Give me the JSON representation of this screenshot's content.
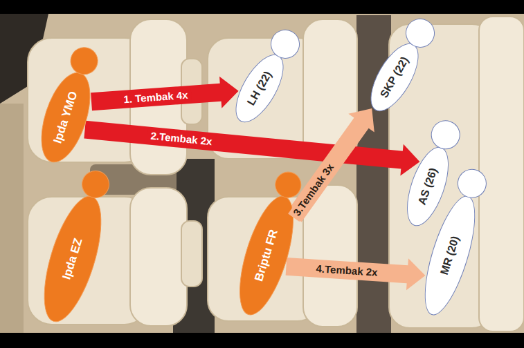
{
  "diagram": {
    "nodes": [
      {
        "text": [
          "Ipda YMO"
        ]
      },
      {
        "text": [
          "Ipda EZ"
        ]
      },
      {
        "text": [
          "Briptu FR"
        ]
      },
      {
        "text": [
          "LH (22)"
        ]
      },
      {
        "text": [
          "SKP (22)"
        ]
      },
      {
        "text": [
          "AS (26)"
        ]
      },
      {
        "text": [
          "MR (20)"
        ]
      }
    ],
    "edges": [
      {
        "from": 0,
        "to": 3,
        "label": "1. Tembak 4x",
        "arrow": "to"
      },
      {
        "from": 0,
        "to": 5,
        "label": "2.Tembak 2x",
        "arrow": "to"
      },
      {
        "from": 2,
        "to": 4,
        "label": "3.Tembak 3x",
        "arrow": "to"
      },
      {
        "from": 2,
        "to": 6,
        "label": "4.Tembak 2x",
        "arrow": "to"
      }
    ]
  }
}
